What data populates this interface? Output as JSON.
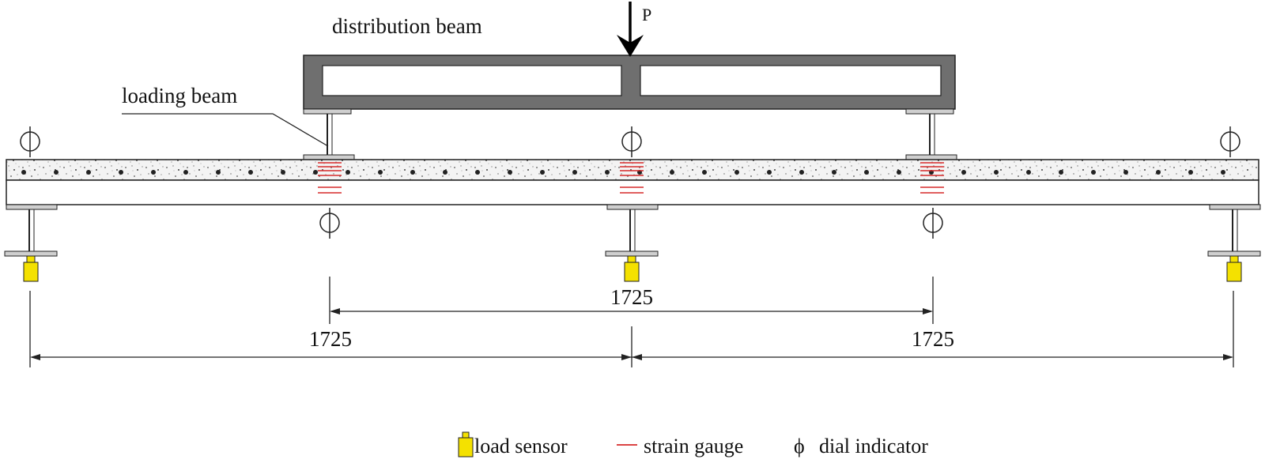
{
  "labels": {
    "distribution_beam": "distribution beam",
    "loading_beam": "loading beam",
    "load": "P"
  },
  "dimensions": {
    "left_span": "1725",
    "right_span": "1725",
    "loading_span": "1725"
  },
  "legend": {
    "load_sensor": "load sensor",
    "strain_gauge": "strain gauge",
    "dial_indicator": "dial indicator",
    "dial_symbol": "ϕ"
  },
  "colors": {
    "steel": "#6f6f6f",
    "sensor_fill": "#f4e100",
    "strain_gauge": "#d62a2a",
    "concrete_fill": "#f3f3f3",
    "line": "#222222"
  }
}
